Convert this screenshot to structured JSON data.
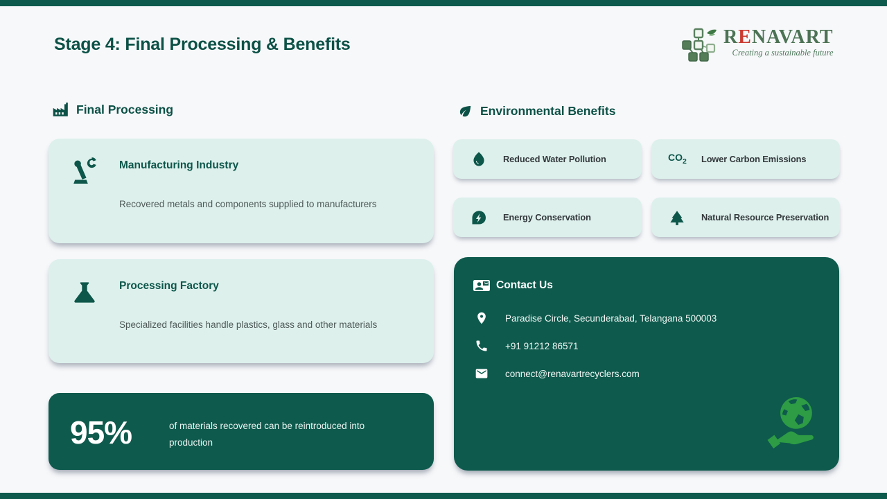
{
  "page": {
    "background": "#f7f8fa",
    "accent_dark": "#0e5a4d",
    "accent_mint": "#ddf0ec",
    "accent_bright_green": "#2d9c44",
    "title": "Stage 4: Final Processing & Benefits"
  },
  "logo": {
    "mark_icon": "squares-leaf-logo-icon",
    "name_pre": "R",
    "name_accent": "E",
    "name_rest": "NAVART",
    "tagline": "Creating a sustainable future"
  },
  "final_processing": {
    "heading": "Final Processing",
    "heading_icon": "factory-icon",
    "cards": [
      {
        "icon": "robot-arm-icon",
        "title": "Manufacturing Industry",
        "description": "Recovered metals and components supplied to manufacturers"
      },
      {
        "icon": "flask-icon",
        "title": "Processing Factory",
        "description": "Specialized facilities handle plastics, glass and other materials"
      }
    ],
    "stat": {
      "value": "95%",
      "description": "of materials recovered can be reintroduced into production"
    }
  },
  "environmental_benefits": {
    "heading": "Environmental Benefits",
    "heading_icon": "leaf-icon",
    "items": [
      {
        "icon": "water-drop-icon",
        "label": "Reduced Water Pollution"
      },
      {
        "icon": "co2-icon",
        "icon_text": "CO",
        "icon_sub": "2",
        "label": "Lower Carbon Emissions"
      },
      {
        "icon": "energy-leaf-icon",
        "label": "Energy Conservation"
      },
      {
        "icon": "tree-icon",
        "label": "Natural Resource Preservation"
      }
    ]
  },
  "contact": {
    "heading": "Contact Us",
    "heading_icon": "contact-card-icon",
    "rows": [
      {
        "icon": "location-pin-icon",
        "text": "Paradise Circle, Secunderabad, Telangana 500003"
      },
      {
        "icon": "phone-icon",
        "text": "+91 91212 86571"
      },
      {
        "icon": "mail-icon",
        "text": "connect@renavartrecyclers.com"
      }
    ],
    "decoration_icon": "earth-in-hand-icon"
  }
}
